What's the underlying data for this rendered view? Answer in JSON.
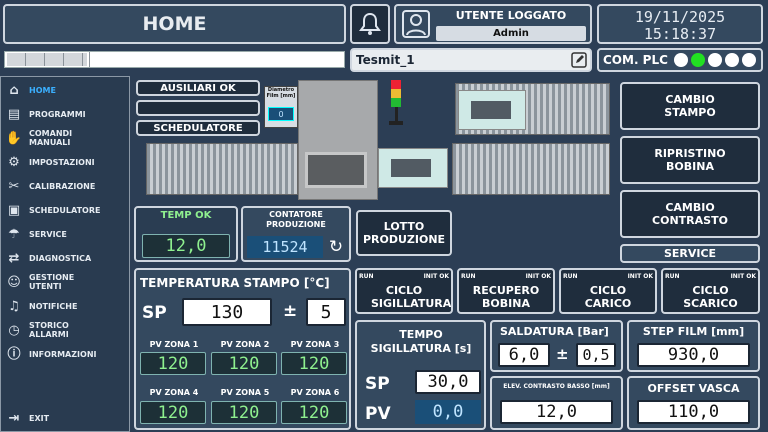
{
  "header": {
    "title": "HOME",
    "user_title": "UTENTE LOGGATO",
    "user_name": "Admin",
    "date": "19/11/2025",
    "time": "15:18:37",
    "recipe": "Tesmit_1",
    "com_plc": "COM. PLC"
  },
  "sidebar": {
    "items": [
      {
        "label": "HOME",
        "icon": "home-icon"
      },
      {
        "label": "PROGRAMMI",
        "icon": "programs-icon"
      },
      {
        "label": "COMANDI MANUALI",
        "icon": "hand-icon"
      },
      {
        "label": "IMPOSTAZIONI",
        "icon": "gear-icon"
      },
      {
        "label": "CALIBRAZIONE",
        "icon": "tools-icon"
      },
      {
        "label": "SCHEDULATORE",
        "icon": "clipboard-icon"
      },
      {
        "label": "SERVICE",
        "icon": "service-icon"
      },
      {
        "label": "DIAGNOSTICA",
        "icon": "arrows-icon"
      },
      {
        "label": "GESTIONE UTENTI",
        "icon": "users-icon"
      },
      {
        "label": "NOTIFICHE",
        "icon": "bell-icon"
      },
      {
        "label": "STORICO ALLARMI",
        "icon": "history-icon"
      },
      {
        "label": "INFORMAZIONI",
        "icon": "info-icon"
      }
    ],
    "exit": "EXIT"
  },
  "machine": {
    "ausiliari": "AUSILIARI OK",
    "schedulatore": "SCHEDULATORE",
    "diametro_label": "Diametro Film [mm]",
    "diametro_value": "0"
  },
  "right_buttons": {
    "cambio_stampo": "CAMBIO STAMPO",
    "ripristino_bobina": "RIPRISTINO BOBINA",
    "cambio_contrasto": "CAMBIO CONTRASTO",
    "service": "SERVICE"
  },
  "status": {
    "temp_ok": "TEMP OK",
    "temp_value": "12,0",
    "contatore_label": "CONTATORE PRODUZIONE",
    "contatore_value": "11524",
    "lotto": "LOTTO PRODUZIONE"
  },
  "temperatura": {
    "title": "TEMPERATURA STAMPO [°C]",
    "sp_label": "SP",
    "sp_value": "130",
    "pm": "±",
    "tol": "5",
    "zones": [
      {
        "label": "PV ZONA 1",
        "value": "120"
      },
      {
        "label": "PV ZONA 2",
        "value": "120"
      },
      {
        "label": "PV ZONA 3",
        "value": "120"
      },
      {
        "label": "PV ZONA 4",
        "value": "120"
      },
      {
        "label": "PV ZONA 5",
        "value": "120"
      },
      {
        "label": "PV ZONA 6",
        "value": "120"
      }
    ]
  },
  "cycles": [
    {
      "run": "RUN",
      "init": "INIT OK",
      "label": "CICLO SIGILLATURA"
    },
    {
      "run": "RUN",
      "init": "INIT OK",
      "label": "RECUPERO BOBINA"
    },
    {
      "run": "RUN",
      "init": "INIT OK",
      "label": "CICLO CARICO"
    },
    {
      "run": "RUN",
      "init": "INIT OK",
      "label": "CICLO SCARICO"
    }
  ],
  "tempo": {
    "title": "TEMPO SIGILLATURA [s]",
    "sp_label": "SP",
    "sp_value": "30,0",
    "pv_label": "PV",
    "pv_value": "0,0"
  },
  "saldatura": {
    "title": "SALDATURA [Bar]",
    "value": "6,0",
    "pm": "±",
    "tol": "0,5"
  },
  "step_film": {
    "title": "STEP FILM [mm]",
    "value": "930,0"
  },
  "elev": {
    "title": "ELEV. CONTRASTO BASSO [mm]",
    "value": "12,0"
  },
  "offset": {
    "title": "OFFSET VASCA",
    "value": "110,0"
  },
  "colors": {
    "accent": "#3bb0ff",
    "ok_green": "#8ff08f",
    "plc_on": "#22e022"
  }
}
